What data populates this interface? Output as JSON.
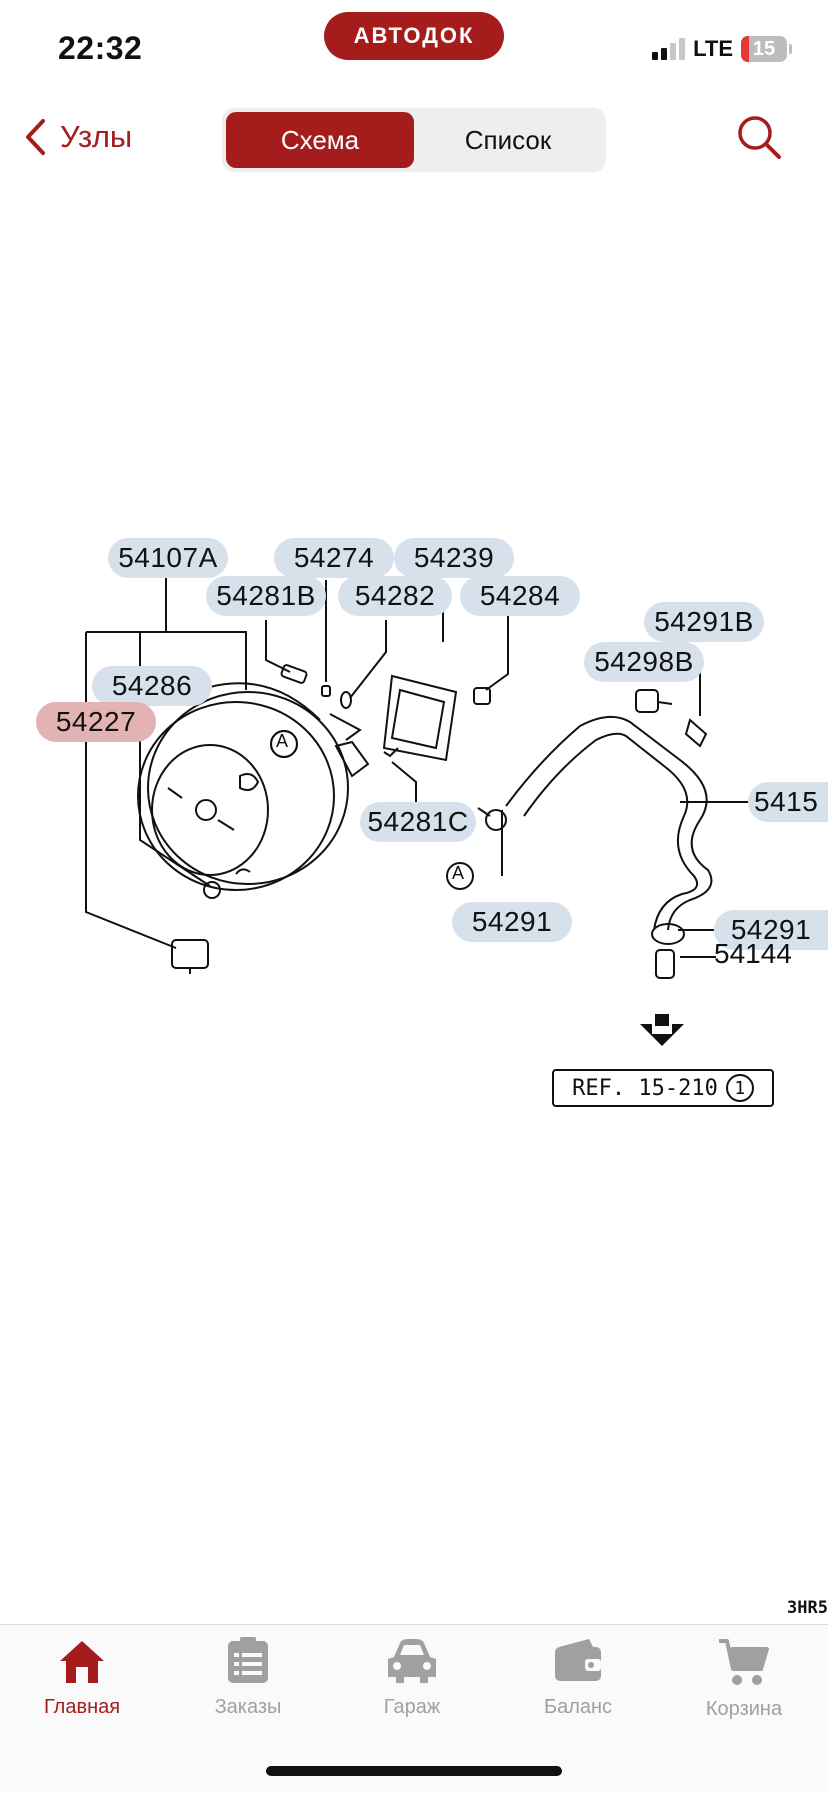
{
  "status": {
    "time": "22:32",
    "network": "LTE",
    "battery": "15"
  },
  "brand": "АВТОДОК",
  "nav": {
    "back_label": "Узлы",
    "segments": [
      "Схема",
      "Список"
    ],
    "active_segment": "Схема"
  },
  "diagram": {
    "callouts": {
      "c54107a": "54107A",
      "c54274": "54274",
      "c54239": "54239",
      "c54281b": "54281B",
      "c54282": "54282",
      "c54284": "54284",
      "c54286": "54286",
      "c54227": "54227",
      "c54281c": "54281C",
      "c54291a": "54291",
      "c54291b": "54291B",
      "c54298b": "54298B",
      "c5415": "5415",
      "c54291c": "54291",
      "c54144": "54144"
    },
    "marker_a": "A",
    "ref_text": "REF. 15-210",
    "ref_num": "1",
    "selected_part": "54227",
    "code": "3HR5"
  },
  "tabs": [
    {
      "label": "Главная",
      "icon": "home-icon"
    },
    {
      "label": "Заказы",
      "icon": "orders-icon"
    },
    {
      "label": "Гараж",
      "icon": "car-icon"
    },
    {
      "label": "Баланс",
      "icon": "wallet-icon"
    },
    {
      "label": "Корзина",
      "icon": "cart-icon"
    }
  ],
  "colors": {
    "accent": "#a51c1c",
    "callout": "#d6e1ec",
    "callout_selected": "#e3b2b2",
    "tab_inactive": "#a0a0a0"
  }
}
